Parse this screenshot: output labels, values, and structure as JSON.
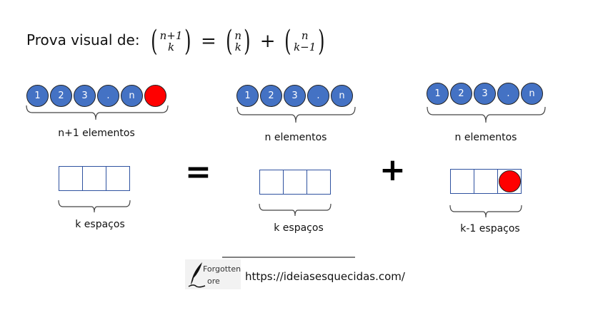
{
  "title": "Prova visual de:",
  "formula": {
    "lhs": {
      "top": "n+1",
      "bottom": "k"
    },
    "eq": "=",
    "term1": {
      "top": "n",
      "bottom": "k"
    },
    "plus": "+",
    "term2": {
      "top": "n",
      "bottom": "k−1"
    }
  },
  "groups": [
    {
      "circles": [
        "1",
        "2",
        "3",
        ".",
        "n",
        ""
      ],
      "set_label": "n+1 elementos",
      "slot_label": "k espaços"
    },
    {
      "circles": [
        "1",
        "2",
        "3",
        ".",
        "n"
      ],
      "set_label": "n elementos",
      "slot_label": "k espaços"
    },
    {
      "circles": [
        "1",
        "2",
        "3",
        ".",
        "n"
      ],
      "set_label": "n elementos",
      "slot_label": "k-1 espaços"
    }
  ],
  "operators": {
    "equals": "=",
    "plus": "+"
  },
  "footer": {
    "logo_line1": "Forgotten",
    "logo_line2": "ore",
    "url": "https://ideiasesquecidas.com/"
  },
  "colors": {
    "circle": "#4472c4",
    "highlight": "#ff0000",
    "box_border": "#2f52a0"
  }
}
